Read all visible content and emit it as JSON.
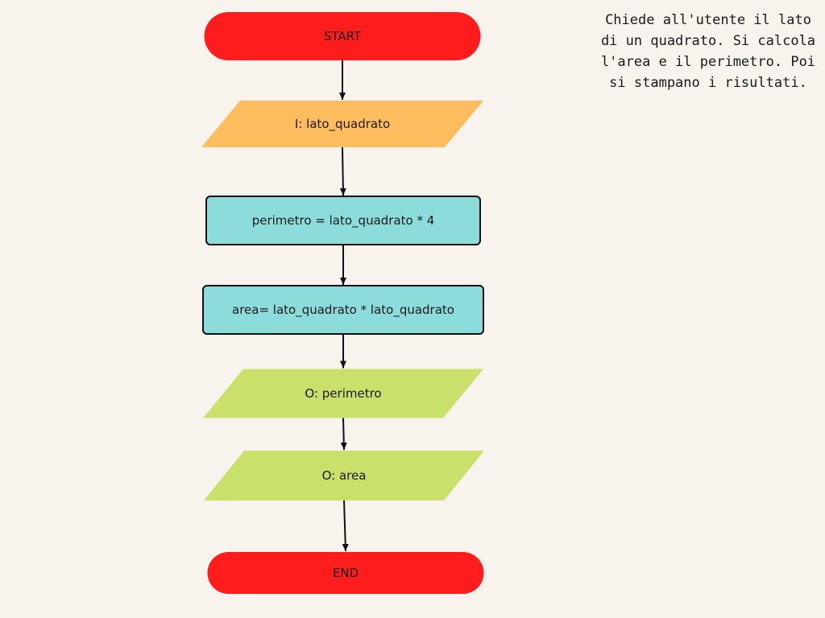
{
  "colors": {
    "background": "#f8f3ec",
    "terminal": "#ff1c1c",
    "input": "#fdbd5e",
    "process": "#8cdcdc",
    "output": "#c9e06b",
    "stroke": "#111111"
  },
  "description": "Chiede all'utente il lato di un quadrato. Si calcola l'area e il perimetro. Poi si stampano i risultati.",
  "nodes": [
    {
      "id": "start",
      "type": "terminal",
      "label": "START"
    },
    {
      "id": "input-lato",
      "type": "input",
      "label": "I: lato_quadrato"
    },
    {
      "id": "calc-perimetro",
      "type": "process",
      "label": "perimetro = lato_quadrato * 4"
    },
    {
      "id": "calc-area",
      "type": "process",
      "label": "area= lato_quadrato * lato_quadrato"
    },
    {
      "id": "output-perimetro",
      "type": "output",
      "label": "O: perimetro"
    },
    {
      "id": "output-area",
      "type": "output",
      "label": "O: area"
    },
    {
      "id": "end",
      "type": "terminal",
      "label": "END"
    }
  ],
  "edges": [
    {
      "from": "start",
      "to": "input-lato"
    },
    {
      "from": "input-lato",
      "to": "calc-perimetro"
    },
    {
      "from": "calc-perimetro",
      "to": "calc-area"
    },
    {
      "from": "calc-area",
      "to": "output-perimetro"
    },
    {
      "from": "output-perimetro",
      "to": "output-area"
    },
    {
      "from": "output-area",
      "to": "end"
    }
  ]
}
